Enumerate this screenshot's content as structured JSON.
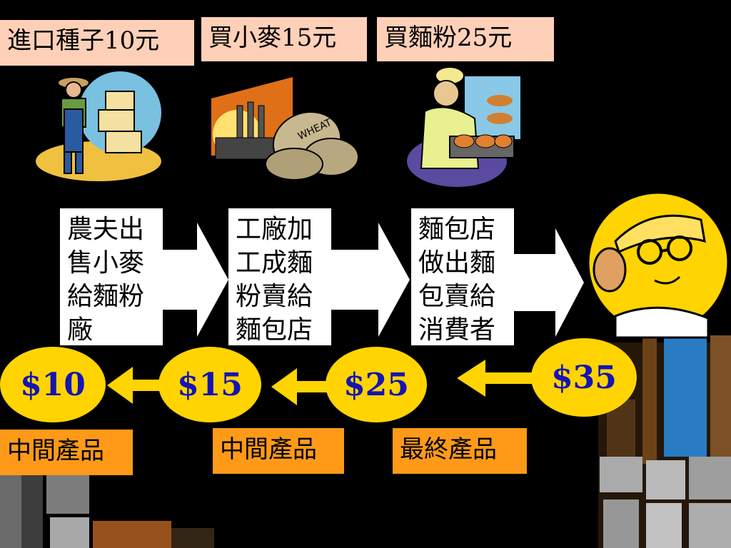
{
  "top_labels": [
    "進口種子10元",
    "買小麥15元",
    "買麵粉25元"
  ],
  "process_boxes": [
    [
      "農夫出",
      "售小麥",
      "給麵粉",
      "廠"
    ],
    [
      "工廠加",
      "工成麵",
      "粉賣給",
      "麵包店"
    ],
    [
      "麵包店",
      "做出麵",
      "包賣給",
      "消費者"
    ]
  ],
  "prices": [
    "$10",
    "$15",
    "$25",
    "$35"
  ],
  "product_labels": [
    "中間產品",
    "中間產品",
    "最終產品"
  ],
  "wheat_sack_text": "WHEAT",
  "colors": {
    "background": "#000000",
    "label_pink": "#ffd0b8",
    "oval_yellow": "#ffd400",
    "price_text": "#1414b4",
    "tag_orange": "#ff9a18"
  },
  "icons": [
    "farmer-icon",
    "factory-icon",
    "baker-icon",
    "consumer-icon"
  ]
}
